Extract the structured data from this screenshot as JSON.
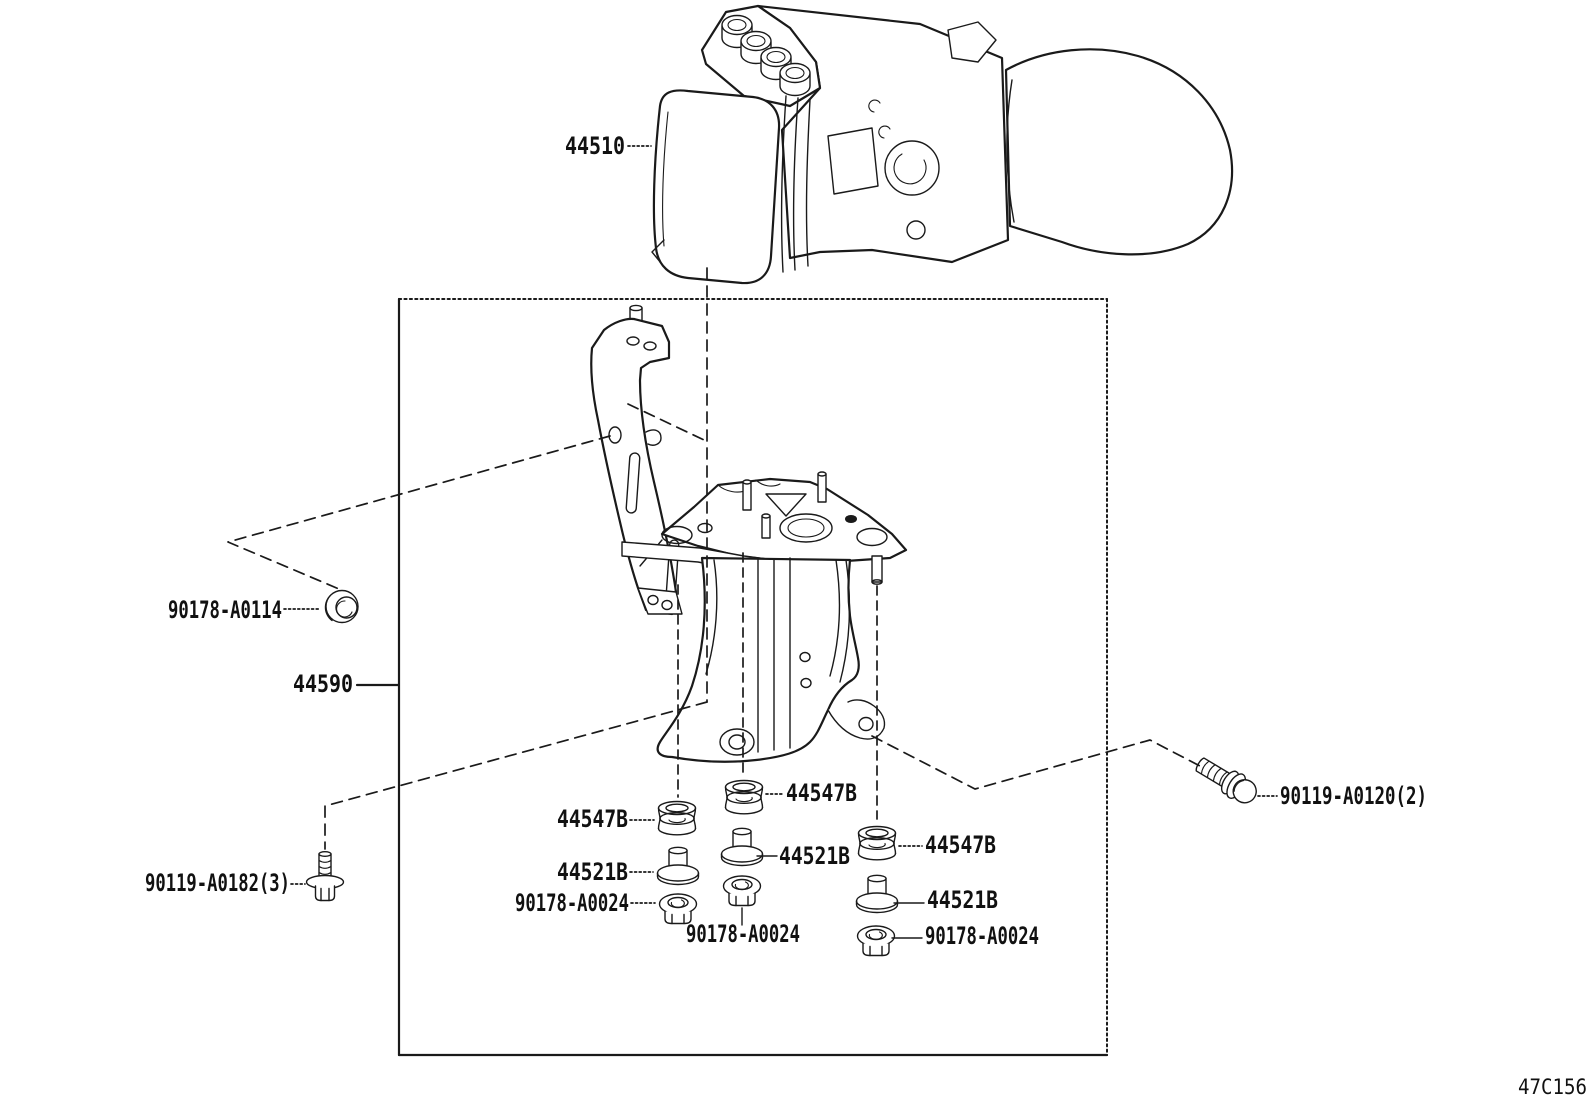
{
  "figure": {
    "code": "47C156"
  },
  "callouts": [
    {
      "id": "actuator",
      "part_number": "44510"
    },
    {
      "id": "bracket",
      "part_number": "44590"
    },
    {
      "id": "nut-upper",
      "part_number": "90178-A0114"
    },
    {
      "id": "bolt-left",
      "part_number": "90119-A0182(3)"
    },
    {
      "id": "bolt-right",
      "part_number": "90119-A0120(2)"
    },
    {
      "id": "cushion-left",
      "part_number": "44547B"
    },
    {
      "id": "cushion-mid",
      "part_number": "44547B"
    },
    {
      "id": "cushion-right",
      "part_number": "44547B"
    },
    {
      "id": "collar-left",
      "part_number": "44521B"
    },
    {
      "id": "collar-mid",
      "part_number": "44521B"
    },
    {
      "id": "collar-right",
      "part_number": "44521B"
    },
    {
      "id": "nut-left",
      "part_number": "90178-A0024"
    },
    {
      "id": "nut-mid",
      "part_number": "90178-A0024"
    },
    {
      "id": "nut-right",
      "part_number": "90178-A0024"
    }
  ]
}
